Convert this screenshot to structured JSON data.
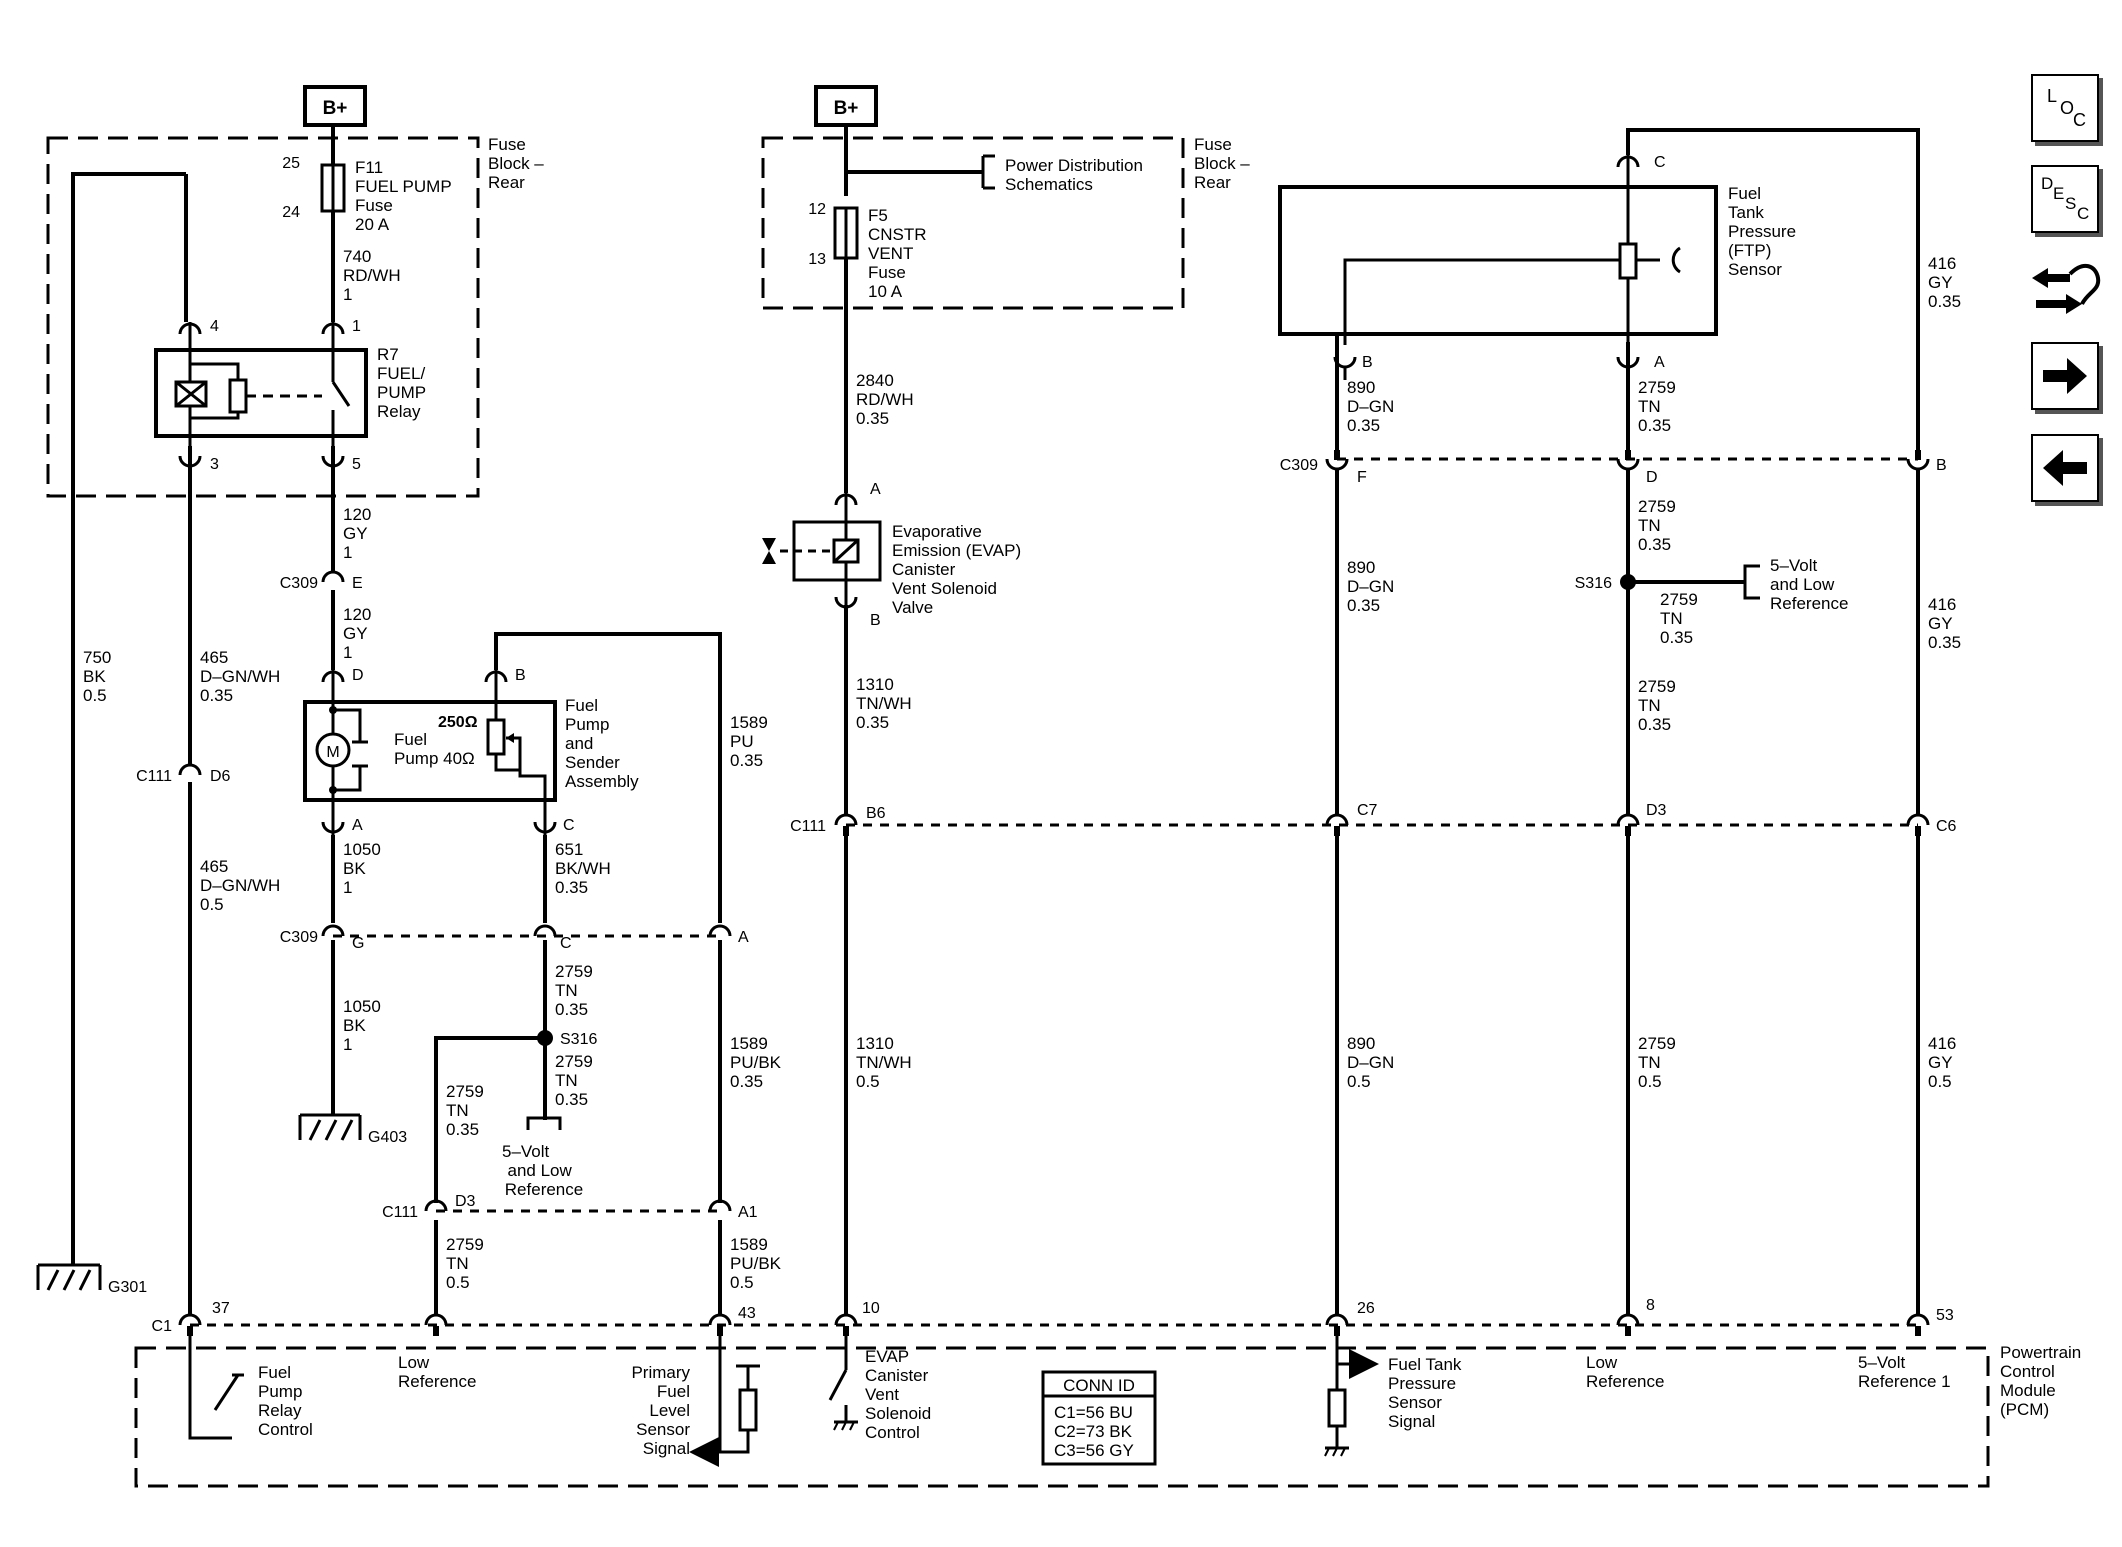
{
  "supplies": {
    "left": "B+",
    "middle": "B+"
  },
  "fuse_block_left": {
    "title_lines": [
      "Fuse",
      "Block –",
      "Rear"
    ]
  },
  "fuse_block_mid": {
    "title_lines": [
      "Fuse",
      "Block –",
      "Rear"
    ]
  },
  "fuse_f11": {
    "pin_top": "25",
    "pin_bottom": "24",
    "lines": [
      "F11",
      "FUEL PUMP",
      "Fuse",
      "20 A"
    ]
  },
  "fuse_f5": {
    "pin_top": "12",
    "pin_bottom": "13",
    "lines": [
      "F5",
      "CNSTR",
      "VENT",
      "Fuse",
      "10 A"
    ]
  },
  "power_dist": {
    "lines": [
      "Power Distribution",
      "Schematics"
    ]
  },
  "relay": {
    "lines": [
      "R7",
      "FUEL/",
      "PUMP",
      "Relay"
    ],
    "pins": {
      "coil_top": "4",
      "coil_bottom": "3",
      "switch_top": "1",
      "switch_bottom": "5"
    }
  },
  "fuel_pump_assembly": {
    "lines": [
      "Fuel",
      "Pump",
      "and",
      "Sender",
      "Assembly"
    ],
    "motor": "M",
    "pump_lines": [
      "Fuel",
      "Pump 40Ω"
    ],
    "resistor": "250Ω",
    "pins": {
      "top_left": "D",
      "top_right": "B",
      "bottom_left": "A",
      "bottom_right": "C"
    }
  },
  "evap_valve": {
    "lines": [
      "Evaporative",
      "Emission (EVAP)",
      "Canister",
      "Vent Solenoid",
      "Valve"
    ],
    "pin_top": "A",
    "pin_bottom": "B"
  },
  "ftp_sensor": {
    "lines": [
      "Fuel",
      "Tank",
      "Pressure",
      "(FTP)",
      "Sensor"
    ],
    "pins": {
      "top": "C",
      "left": "B",
      "right": "A"
    }
  },
  "connectors": {
    "c309": "C309",
    "c111": "C111",
    "c1": "C1",
    "c309_e": "E",
    "c111_d6": "D6",
    "c309_g": "G",
    "c309_c": "C",
    "c309_a": "A",
    "c111_d3": "D3",
    "c111_a1": "A1",
    "c111_b6": "B6",
    "c111_c7": "C7",
    "c111_d3b": "D3",
    "c111_c6": "C6",
    "c309_f": "F",
    "c309_d": "D",
    "c309_b": "B"
  },
  "splices": {
    "left": "S316",
    "right": "S316"
  },
  "grounds": {
    "g301": "G301",
    "g403": "G403"
  },
  "five_volt_ref": {
    "lines": [
      "5–Volt",
      "and Low",
      "Reference"
    ]
  },
  "wires": {
    "w740": [
      "740",
      "RD/WH",
      "1"
    ],
    "w120a": [
      "120",
      "GY",
      "1"
    ],
    "w120b": [
      "120",
      "GY",
      "1"
    ],
    "w750": [
      "750",
      "BK",
      "0.5"
    ],
    "w465a": [
      "465",
      "D–GN/WH",
      "0.35"
    ],
    "w465b": [
      "465",
      "D–GN/WH",
      "0.5"
    ],
    "w1589a": [
      "1589",
      "PU",
      "0.35"
    ],
    "w1050a": [
      "1050",
      "BK",
      "1"
    ],
    "w651": [
      "651",
      "BK/WH",
      "0.35"
    ],
    "w1050b": [
      "1050",
      "BK",
      "1"
    ],
    "w2759a": [
      "2759",
      "TN",
      "0.35"
    ],
    "w2759b": [
      "2759",
      "TN",
      "0.35"
    ],
    "w2759c": [
      "2759",
      "TN",
      "0.35"
    ],
    "w1589b": [
      "1589",
      "PU/BK",
      "0.35"
    ],
    "w2759d": [
      "2759",
      "TN",
      "0.5"
    ],
    "w1589c": [
      "1589",
      "PU/BK",
      "0.5"
    ],
    "w2840": [
      "2840",
      "RD/WH",
      "0.35"
    ],
    "w1310a": [
      "1310",
      "TN/WH",
      "0.35"
    ],
    "w1310b": [
      "1310",
      "TN/WH",
      "0.5"
    ],
    "w890a": [
      "890",
      "D–GN",
      "0.35"
    ],
    "w890b": [
      "890",
      "D–GN",
      "0.35"
    ],
    "w890c": [
      "890",
      "D–GN",
      "0.5"
    ],
    "w2759e": [
      "2759",
      "TN",
      "0.35"
    ],
    "w2759f": [
      "2759",
      "TN",
      "0.35"
    ],
    "w2759g": [
      "2759",
      "TN",
      "0.35"
    ],
    "w2759h": [
      "2759",
      "TN",
      "0.35"
    ],
    "w2759i": [
      "2759",
      "TN",
      "0.5"
    ],
    "w416a": [
      "416",
      "GY",
      "0.35"
    ],
    "w416b": [
      "416",
      "GY",
      "0.35"
    ],
    "w416c": [
      "416",
      "GY",
      "0.5"
    ]
  },
  "pcm": {
    "title_lines": [
      "Powertrain",
      "Control",
      "Module",
      "(PCM)"
    ],
    "pins": [
      "37",
      "43",
      "10",
      "26",
      "8",
      "53"
    ],
    "labels": {
      "fuel_pump_relay_control": [
        "Fuel",
        "Pump",
        "Relay",
        "Control"
      ],
      "low_reference_left": [
        "Low",
        "Reference"
      ],
      "primary_fuel_level": [
        "Primary",
        "Fuel",
        "Level",
        "Sensor",
        "Signal"
      ],
      "evap_control": [
        "EVAP",
        "Canister",
        "Vent",
        "Solenoid",
        "Control"
      ],
      "fuel_tank_pressure": [
        "Fuel Tank",
        "Pressure",
        "Sensor",
        "Signal"
      ],
      "low_reference_right": [
        "Low",
        "Reference"
      ],
      "five_volt_ref1": [
        "5–Volt",
        "Reference 1"
      ]
    }
  },
  "conn_id": {
    "title": "CONN ID",
    "rows": [
      "C1=56 BU",
      "C2=73 BK",
      "C3=56 GY"
    ]
  },
  "nav": {
    "loc": [
      "L",
      "O",
      "C"
    ],
    "desc": [
      "D",
      "E",
      "S",
      "C"
    ]
  }
}
